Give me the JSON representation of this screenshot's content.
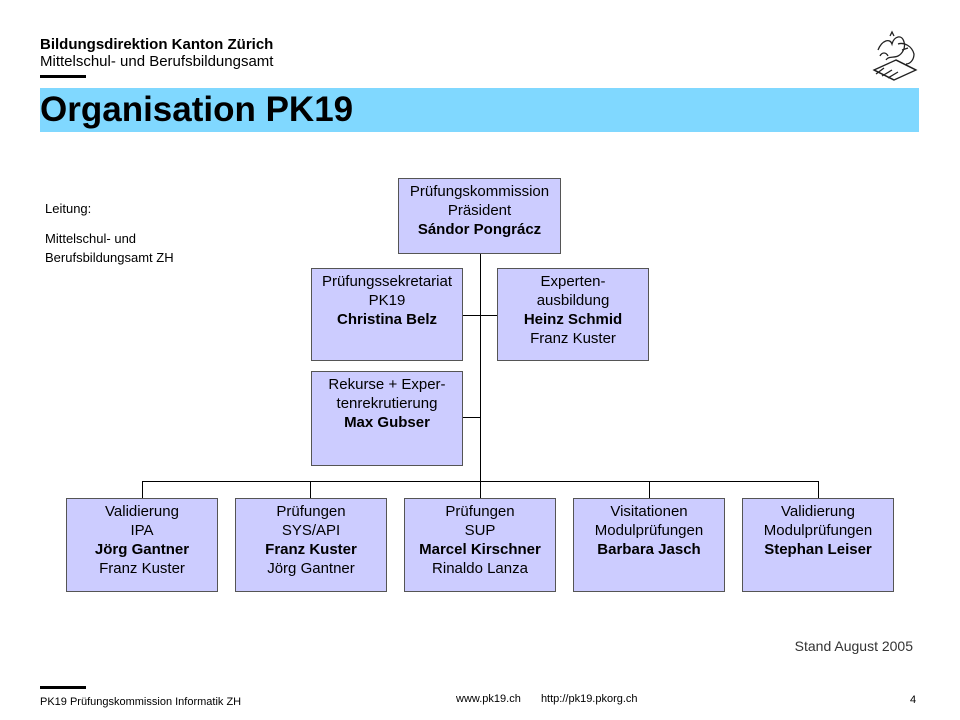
{
  "header": {
    "org_line1": "Bildungsdirektion Kanton Zürich",
    "org_line2": "Mittelschul- und Berufsbildungsamt",
    "logo_icon": "zurich-lion-crest-icon"
  },
  "title": "Organisation PK19",
  "leitung": {
    "label": "Leitung:",
    "line1": "Mittelschul- und",
    "line2": "Berufsbildungsamt ZH"
  },
  "top_box": {
    "line1": "Prüfungskommission",
    "line2": "Präsident",
    "name": "Sándor Pongrácz"
  },
  "side_boxes": {
    "sekretariat": {
      "line1": "Prüfungssekretariat",
      "line2": "PK19",
      "name": "Christina Belz"
    },
    "experten": {
      "line1": "Experten-",
      "line2": "ausbildung",
      "name": "Heinz Schmid",
      "deputy": "Franz Kuster"
    },
    "rekurse": {
      "line1": "Rekurse + Exper-",
      "line2": "tenrekrutierung",
      "name": "Max Gubser"
    }
  },
  "bottom_boxes": [
    {
      "line1": "Validierung",
      "line2": "IPA",
      "name": "Jörg Gantner",
      "deputy": "Franz Kuster"
    },
    {
      "line1": "Prüfungen",
      "line2": "SYS/API",
      "name": "Franz Kuster",
      "deputy": "Jörg Gantner"
    },
    {
      "line1": "Prüfungen",
      "line2": "SUP",
      "name": "Marcel Kirschner",
      "deputy": "Rinaldo Lanza"
    },
    {
      "line1": "Visitationen",
      "line2": "Modulprüfungen",
      "name": "Barbara Jasch",
      "deputy": ""
    },
    {
      "line1": "Validierung",
      "line2": "Modulprüfungen",
      "name": "Stephan Leiser",
      "deputy": ""
    }
  ],
  "stand": "Stand August 2005",
  "footer": {
    "left": "PK19 Prüfungskommission Informatik ZH",
    "url1": "www.pk19.ch",
    "url2": "http://pk19.pkorg.ch",
    "page": "4"
  },
  "colors": {
    "title_bar": "#80d8ff",
    "box_fill": "#ccccff"
  }
}
